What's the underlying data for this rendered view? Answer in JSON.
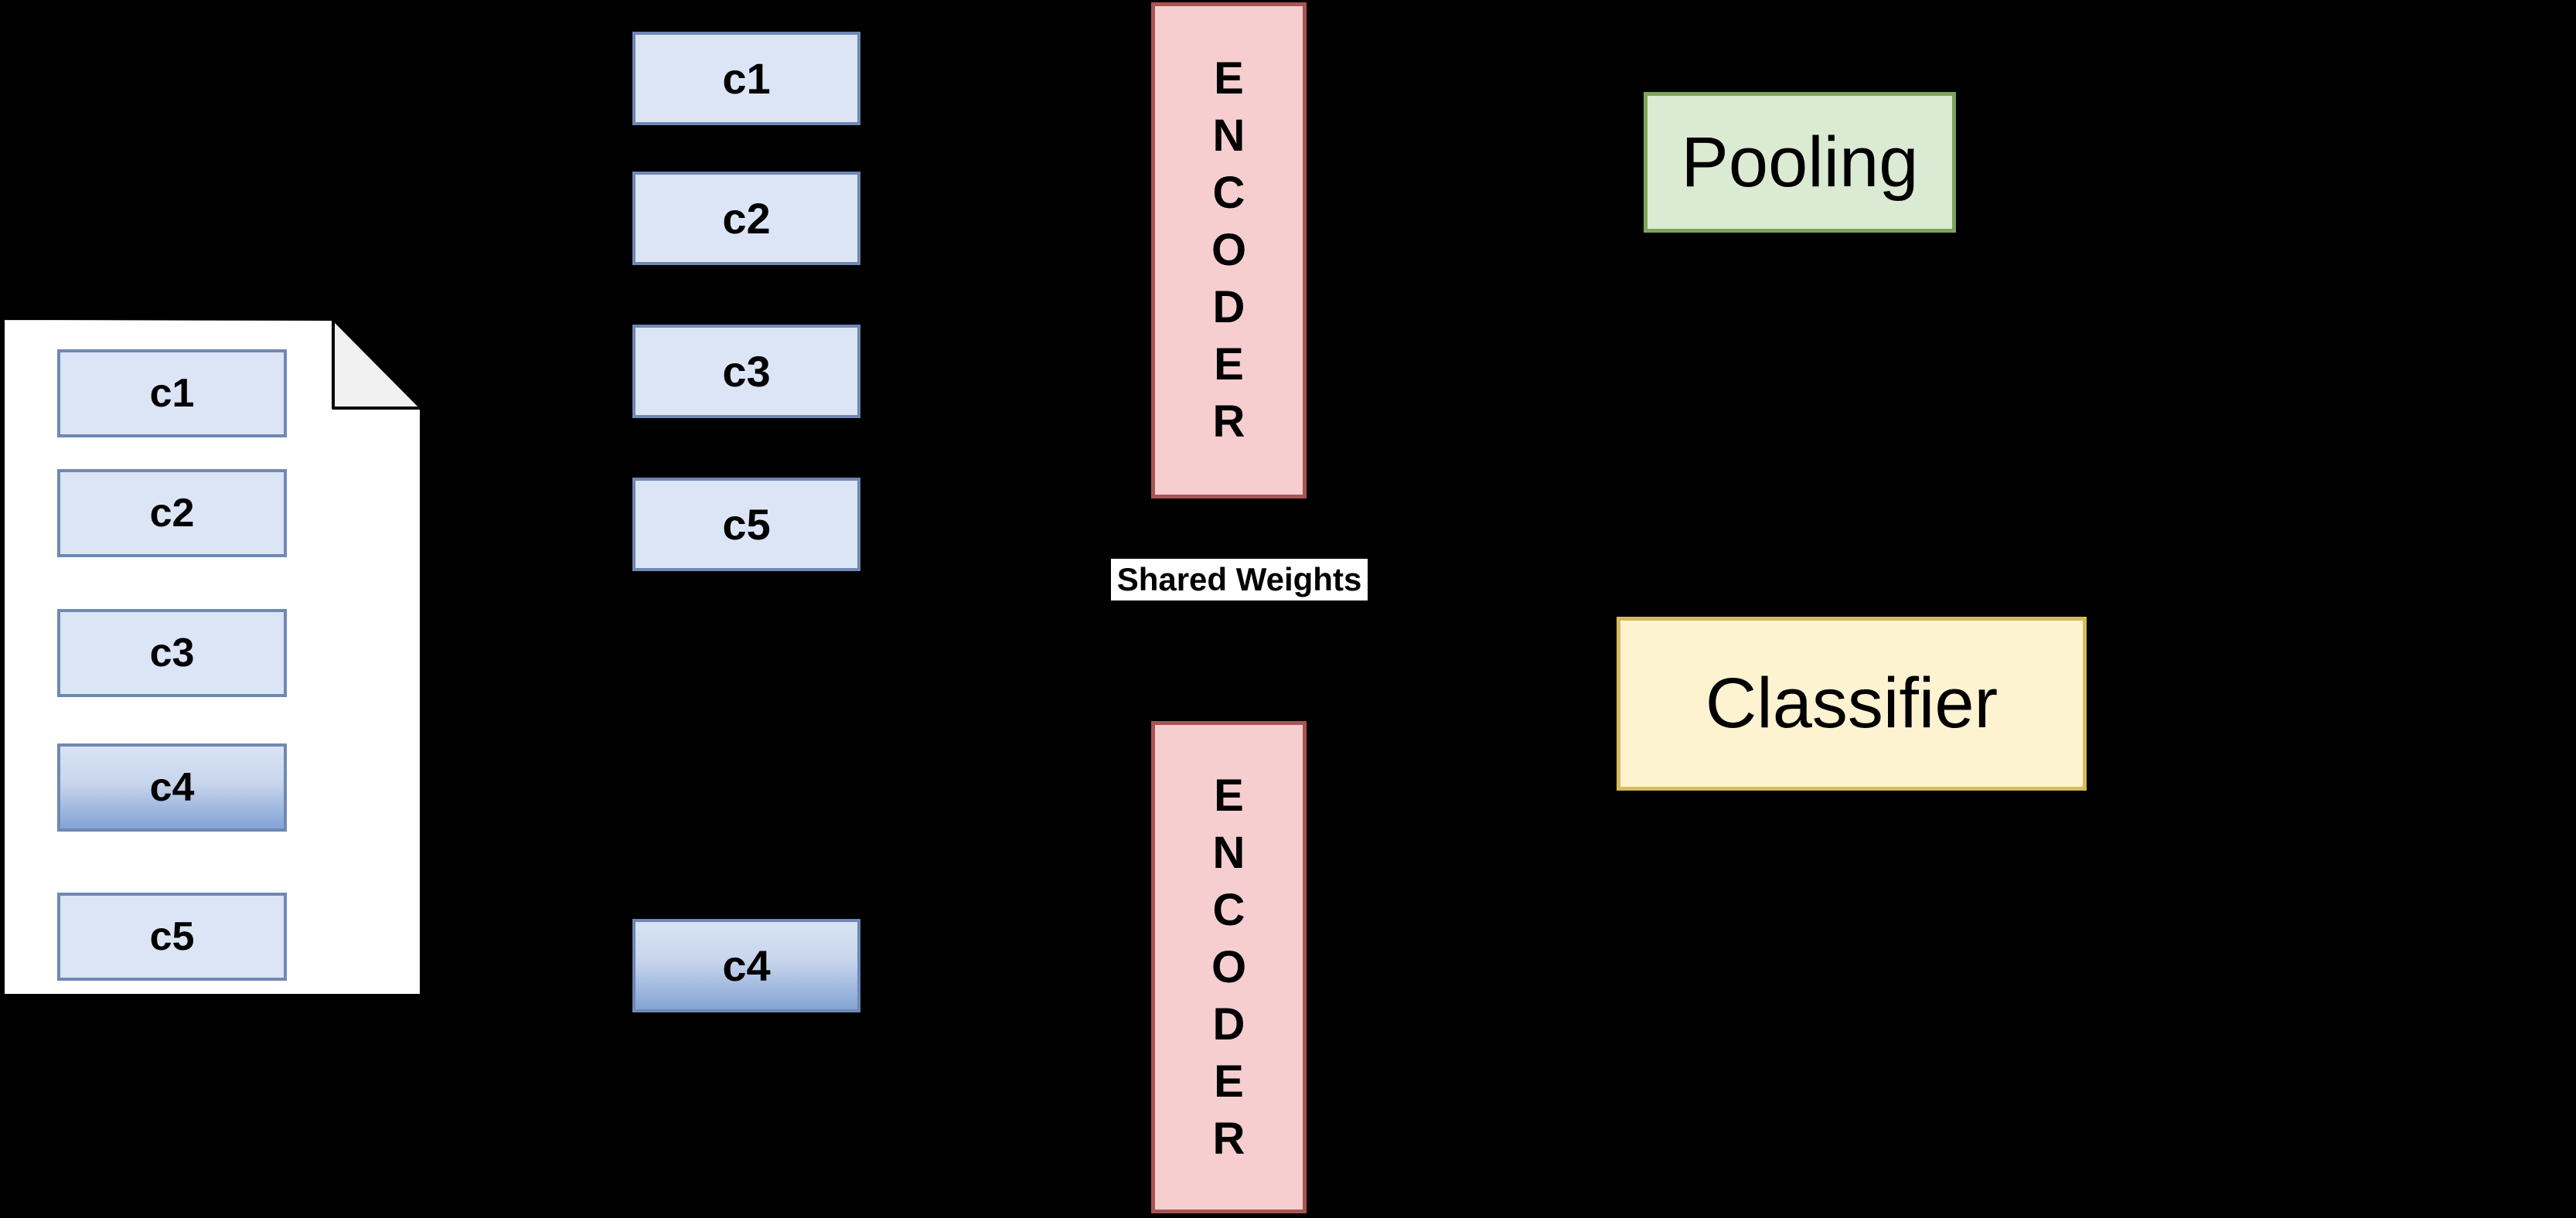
{
  "diagram": {
    "document": {
      "chunks": [
        {
          "label": "c1",
          "highlighted": false
        },
        {
          "label": "c2",
          "highlighted": false
        },
        {
          "label": "c3",
          "highlighted": false
        },
        {
          "label": "c4",
          "highlighted": true
        },
        {
          "label": "c5",
          "highlighted": false
        }
      ]
    },
    "context_tokens": [
      {
        "label": "c1"
      },
      {
        "label": "c2"
      },
      {
        "label": "c3"
      },
      {
        "label": "c5"
      }
    ],
    "query_token": {
      "label": "c4"
    },
    "encoder_top": {
      "label": "ENCODER"
    },
    "encoder_bottom": {
      "label": "ENCODER"
    },
    "shared_weights": {
      "label": "Shared Weights"
    },
    "pooling": {
      "label": "Pooling"
    },
    "classifier": {
      "label": "Classifier"
    },
    "colors": {
      "background": "#000000",
      "chunk_fill": "#dce5f6",
      "chunk_border": "#6f88b4",
      "chunk_highlight_top": "#d9e3f4",
      "chunk_highlight_bottom": "#83a3d4",
      "encoder_fill": "#f6ced0",
      "encoder_border": "#a85552",
      "pooling_fill": "#dbead2",
      "pooling_border": "#7ca55b",
      "classifier_fill": "#fdf3d0",
      "classifier_border": "#d8ba5e",
      "page_fill": "#ffffff",
      "fold_fill": "#f1f1f1",
      "label_bg": "#ffffff",
      "text": "#000000"
    }
  }
}
